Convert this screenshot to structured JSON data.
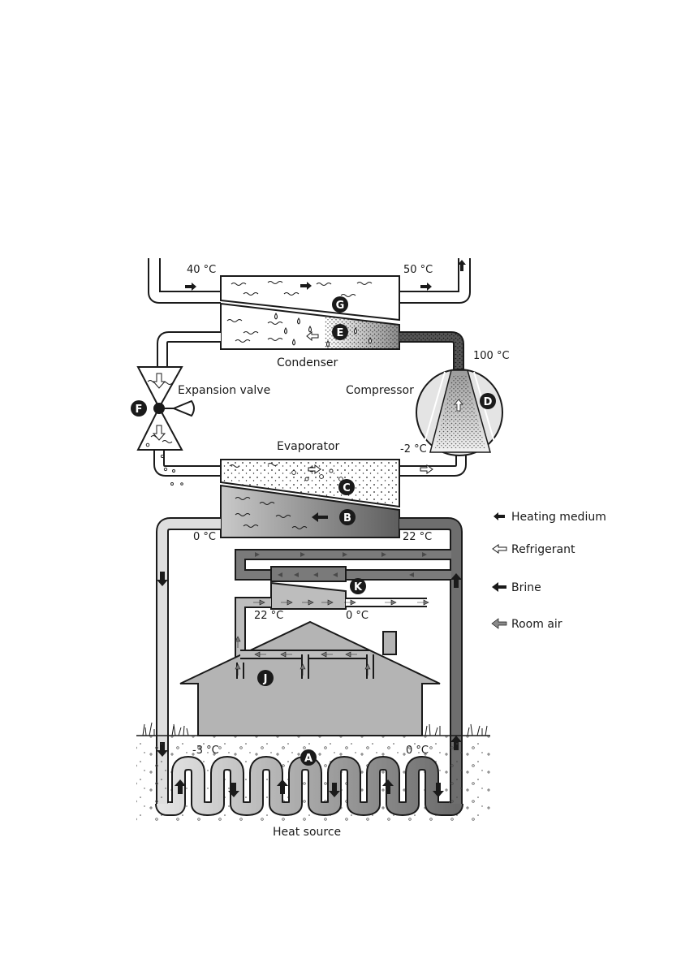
{
  "labels": {
    "condenser": "Condenser",
    "evaporator": "Evaporator",
    "compressor": "Compressor",
    "expansion_valve": "Expansion valve",
    "heat_source": "Heat source"
  },
  "temperatures": {
    "condenser_in": "40 °C",
    "condenser_out": "50 °C",
    "compressor_out": "100 °C",
    "evaporator_out": "-2 °C",
    "brine_in": "0 °C",
    "brine_out": "22 °C",
    "room_supply": "22 °C",
    "room_exhaust": "0 °C",
    "ground_in": "-3 °C",
    "ground_out": "0 °C"
  },
  "markers": {
    "a": "A",
    "b": "B",
    "c": "C",
    "d": "D",
    "e": "E",
    "f": "F",
    "g": "G",
    "j": "J",
    "k": "K"
  },
  "legend": {
    "heating_medium": "Heating medium",
    "refrigerant": "Refrigerant",
    "brine": "Brine",
    "room_air": "Room air"
  },
  "colors": {
    "stroke": "#1a1a1a",
    "brine_dark": "#6e6e6e",
    "brine_mid": "#9a9a9a",
    "brine_light": "#c8c8c8",
    "house": "#b4b4b4"
  }
}
